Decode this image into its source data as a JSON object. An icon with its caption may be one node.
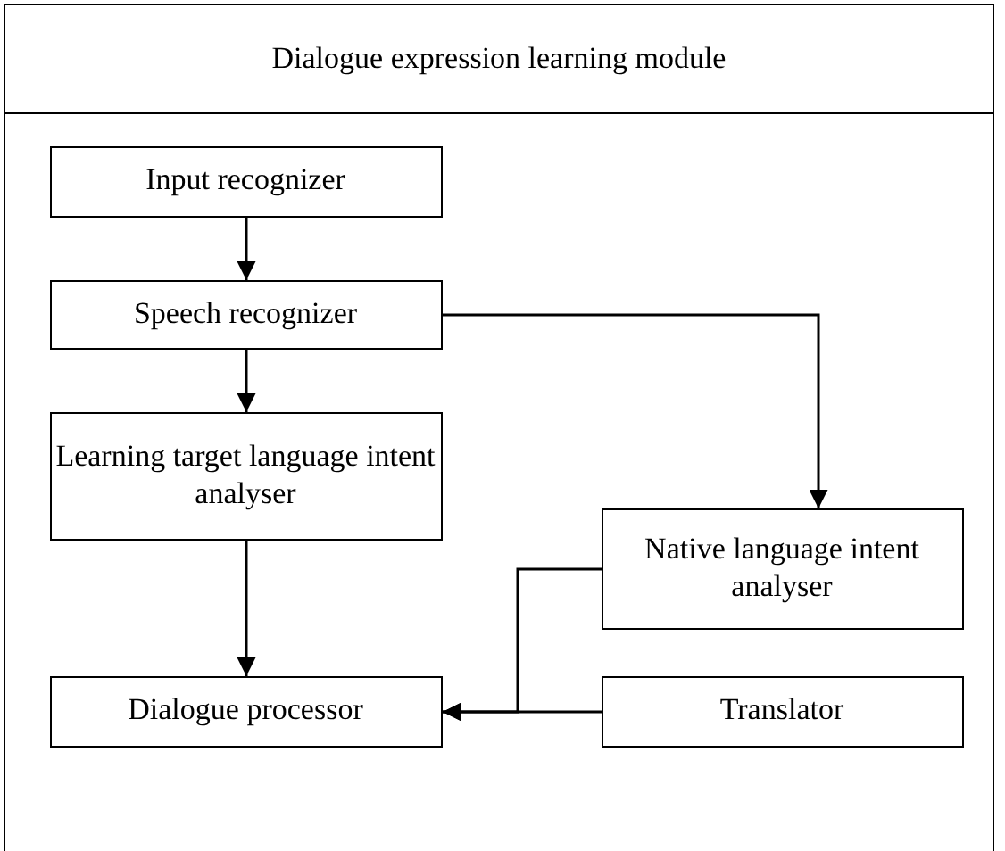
{
  "diagram": {
    "nodes": [
      {
        "text": [
          "Dialogue expression learning module"
        ]
      },
      {
        "text": [
          "Input recognizer"
        ],
        "in": 0
      },
      {
        "text": [
          "Speech recognizer"
        ],
        "in": 0
      },
      {
        "text": [
          "Learning target language intent analyser"
        ],
        "in": 0
      },
      {
        "text": [
          "Native language intent analyser"
        ],
        "in": 0
      },
      {
        "text": [
          "Dialogue processor"
        ],
        "in": 0
      },
      {
        "text": [
          "Translator"
        ],
        "in": 0
      }
    ],
    "edges": [
      {
        "from": 1,
        "to": 2,
        "arrow": "to"
      },
      {
        "from": 2,
        "to": 3,
        "arrow": "to"
      },
      {
        "from": 2,
        "to": 4,
        "arrow": "to"
      },
      {
        "from": 3,
        "to": 5,
        "arrow": "to"
      },
      {
        "from": 4,
        "to": 5,
        "arrow": "to"
      },
      {
        "from": 6,
        "to": 5,
        "arrow": "to"
      }
    ]
  }
}
